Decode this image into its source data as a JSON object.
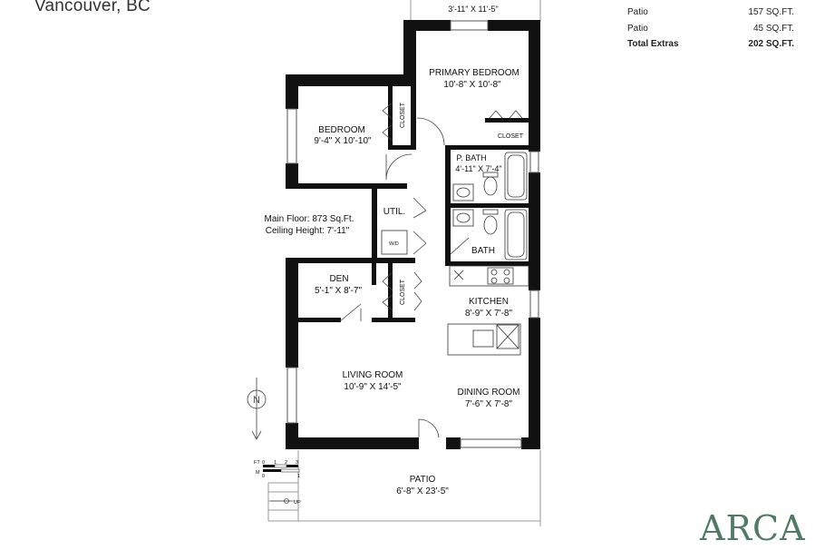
{
  "header": {
    "location": "Vancouver, BC"
  },
  "area_table": {
    "rows": [
      {
        "label": "Patio",
        "value": "157 SQ.FT."
      },
      {
        "label": "Patio",
        "value": "45 SQ.FT."
      }
    ],
    "total": {
      "label": "Total Extras",
      "value": "202 SQ.FT."
    }
  },
  "floor_info": {
    "main_floor": "Main Floor: 873 Sq.Ft.",
    "ceiling": "Ceiling Height: 7'-11\""
  },
  "rooms": {
    "top_patio_dims": "3'-11\" X 11'-5\"",
    "primary_bedroom": {
      "name": "PRIMARY BEDROOM",
      "dims": "10'-8\" X 10'-8\""
    },
    "bedroom": {
      "name": "BEDROOM",
      "dims": "9'-4\" X 10'-10\""
    },
    "closet_label": "CLOSET",
    "p_bath": {
      "name": "P. BATH",
      "dims": "4'-11\" X 7'-4\""
    },
    "util": {
      "name": "UTIL."
    },
    "wd": "W/D",
    "bath": {
      "name": "BATH"
    },
    "den": {
      "name": "DEN",
      "dims": "5'-1\" X 8'-7\""
    },
    "kitchen": {
      "name": "KITCHEN",
      "dims": "8'-9\" X 7'-8\""
    },
    "living_room": {
      "name": "LIVING ROOM",
      "dims": "10'-9\" X 14'-5\""
    },
    "dining_room": {
      "name": "DINING ROOM",
      "dims": "7'-6\" X 7'-8\""
    },
    "patio": {
      "name": "PATIO",
      "dims": "6'-8\" X 23'-5\""
    }
  },
  "compass": {
    "letter": "N"
  },
  "scale": {
    "ft_label": "FT",
    "m_label": "M",
    "ft_ticks": [
      "0",
      "1",
      "2",
      "3"
    ],
    "m_ticks": [
      "0",
      "1"
    ]
  },
  "stairs_label": "UP",
  "logo": {
    "text": "ARCA",
    "color": "#4f7a63"
  }
}
